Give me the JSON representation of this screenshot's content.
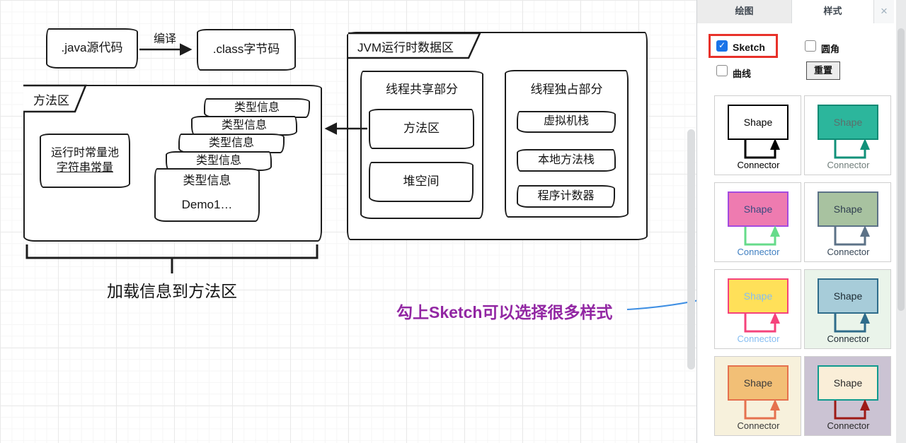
{
  "canvas": {
    "java_source_box": ".java源代码",
    "compile_arrow_label": "编译",
    "class_bytecode_box": ".class字节码",
    "method_area_box": {
      "title": "方法区",
      "runtime_const_pool_line1": "运行时常量池",
      "runtime_const_pool_line2": "字符串常量",
      "type_info_label": "类型信息",
      "front_card_line2": "Demo1…"
    },
    "jvm_box": {
      "title": "JVM运行时数据区",
      "shared_section": {
        "title": "线程共享部分",
        "items": [
          "方法区",
          "堆空间"
        ]
      },
      "exclusive_section": {
        "title": "线程独占部分",
        "items": [
          "虚拟机栈",
          "本地方法栈",
          "程序计数器"
        ]
      }
    },
    "brace_caption": "加载信息到方法区",
    "annotation_note": {
      "text": "勾上Sketch可以选择很多样式",
      "color": "#9227a3",
      "arrow_color": "#3f8fe3"
    }
  },
  "panel": {
    "tabs": [
      {
        "label": "绘图",
        "active": false
      },
      {
        "label": "样式",
        "active": true
      }
    ],
    "close_icon": "×",
    "check_glyph": "✓",
    "sketch_checkbox": {
      "label": "Sketch",
      "checked": true,
      "accent_color": "#1a73e8",
      "highlight_color": "#e8312a"
    },
    "rounded_checkbox": {
      "label": "圆角",
      "checked": false
    },
    "curve_checkbox": {
      "label": "曲线",
      "checked": false
    },
    "reset_button": "重置",
    "card_labels": {
      "shape": "Shape",
      "connector": "Connector"
    },
    "style_cards": [
      {
        "name": "black-on-white",
        "bg": "#ffffff",
        "shape_fill": "#ffffff",
        "shape_stroke": "#000000",
        "shape_text": "#000000",
        "connector": "#000000",
        "label_text": "#000000"
      },
      {
        "name": "teal",
        "bg": "#ffffff",
        "shape_fill": "#2cb69c",
        "shape_stroke": "#0e8a74",
        "shape_text": "#5d6e6b",
        "connector": "#11917a",
        "label_text": "#707e7b"
      },
      {
        "name": "pink-purple",
        "bg": "#ffffff",
        "shape_fill": "#ee7bb0",
        "shape_stroke": "#a34be0",
        "shape_text": "#3a4a80",
        "connector": "#66db8a",
        "label_text": "#3f7fc1"
      },
      {
        "name": "sage-slate",
        "bg": "#ffffff",
        "shape_fill": "#a8c2a0",
        "shape_stroke": "#5c7287",
        "shape_text": "#2f3e4f",
        "connector": "#5c7287",
        "label_text": "#374757"
      },
      {
        "name": "yellow-pink",
        "bg": "#ffffff",
        "shape_fill": "#ffe059",
        "shape_stroke": "#f5437c",
        "shape_text": "#85bdf2",
        "connector": "#f5437c",
        "label_text": "#85bdf2"
      },
      {
        "name": "blue-on-mint",
        "bg": "#eaf4ea",
        "shape_fill": "#a7ccd9",
        "shape_stroke": "#2f6c8b",
        "shape_text": "#1d2b33",
        "connector": "#2f6c8b",
        "label_text": "#1d2b33"
      },
      {
        "name": "orange-on-cream",
        "bg": "#f7f1dc",
        "shape_fill": "#f2bf76",
        "shape_stroke": "#e5714e",
        "shape_text": "#3a3a3a",
        "connector": "#e5714e",
        "label_text": "#3a3a3a"
      },
      {
        "name": "cream-on-lavender",
        "bg": "#cbc3d3",
        "shape_fill": "#faeed8",
        "shape_stroke": "#0f9a8e",
        "shape_text": "#2a2a2a",
        "connector": "#9e1a16",
        "label_text": "#2a2a2a"
      }
    ]
  }
}
